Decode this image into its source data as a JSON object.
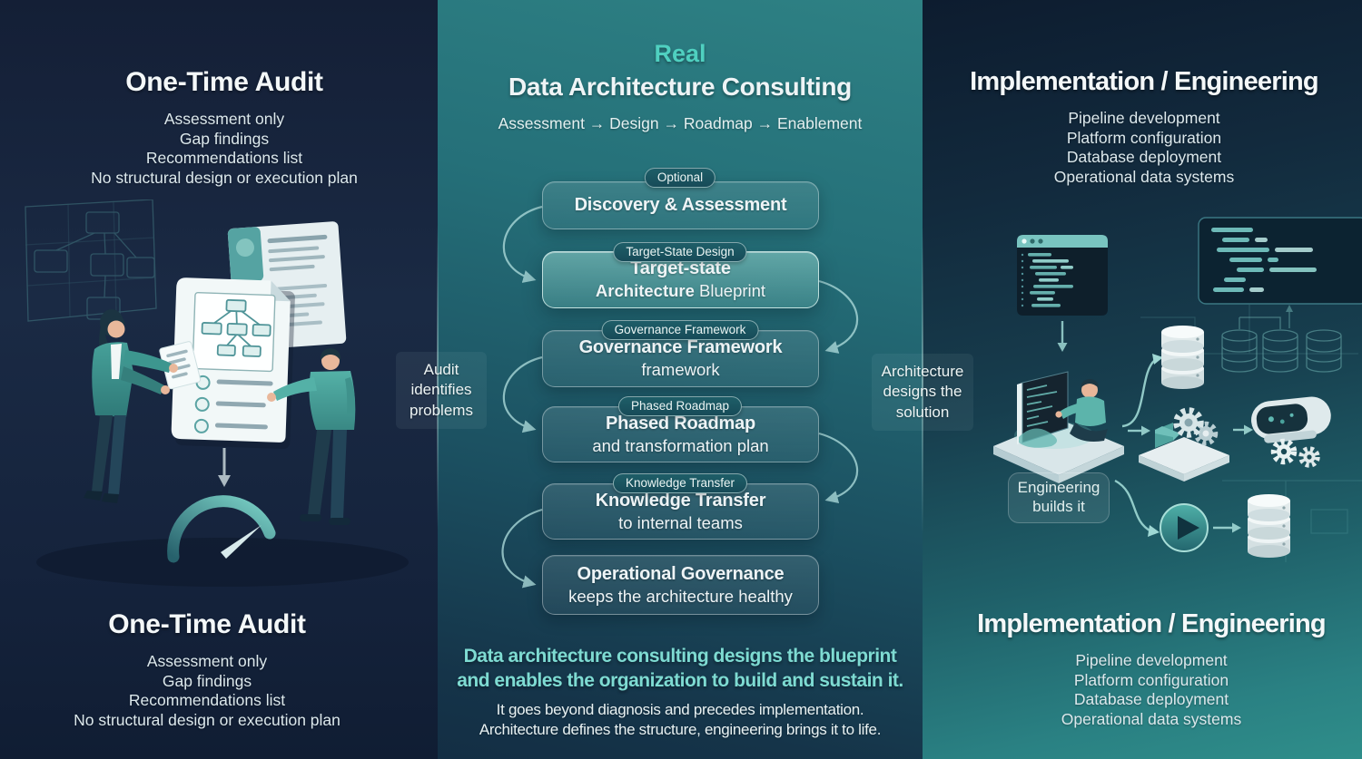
{
  "colors": {
    "accent": "#4fd0c0",
    "footer_accent": "#7edbd2",
    "panel_top": "#2e8184",
    "panel_bottom": "#132e44",
    "left_bg": "#16233b",
    "right_bg_top": "#0d1c2f",
    "right_bg_bottom": "#2f8e8a",
    "text": "#eef4f6"
  },
  "left": {
    "title": "One-Time Audit",
    "lines": [
      "Assessment only",
      "Gap findings",
      "Recommendations list",
      "No structural design or execution plan"
    ],
    "bottom_title": "One-Time Audit",
    "bottom_lines": [
      "Assessment only",
      "Gap findings",
      "Recommendations list",
      "No structural design or execution plan"
    ]
  },
  "middle": {
    "eyebrow": "Real",
    "title": "Data Architecture Consulting",
    "subtitle": "Assessment → Design → Roadmap → Enablement",
    "connector_left_label": "Audit identifies problems",
    "connector_right_label": "Architecture designs the solution",
    "steps": [
      {
        "tag": "Optional",
        "line1": "Discovery & Assessment",
        "line2": ""
      },
      {
        "tag": "Target-State Design",
        "line1": "Target-state",
        "line2_strong": "Architecture",
        "line2": " Blueprint"
      },
      {
        "tag": "Governance Framework",
        "line1": "Governance Framework",
        "line2": "framework"
      },
      {
        "tag": "Phased Roadmap",
        "line1": "Phased Roadmap",
        "line2": "and transformation plan"
      },
      {
        "tag": "Knowledge Transfer",
        "line1": "Knowledge Transfer",
        "line2": "to internal teams"
      },
      {
        "tag": "",
        "line1": "Operational Governance",
        "line2": "keeps the architecture healthy"
      }
    ],
    "footer_strong": [
      "Data architecture consulting designs the blueprint",
      "and enables the organization to build and sustain it."
    ],
    "footer_notes": [
      "It goes beyond diagnosis and precedes implementation.",
      "Architecture defines the structure, engineering brings it to life."
    ]
  },
  "right": {
    "title": "Implementation / Engineering",
    "lines": [
      "Pipeline development",
      "Platform configuration",
      "Database deployment",
      "Operational data systems"
    ],
    "badge_lines": [
      "Engineering",
      "builds it"
    ],
    "bottom_title": "Implementation / Engineering",
    "bottom_lines": [
      "Pipeline development",
      "Platform configuration",
      "Database deployment",
      "Operational data systems"
    ]
  }
}
